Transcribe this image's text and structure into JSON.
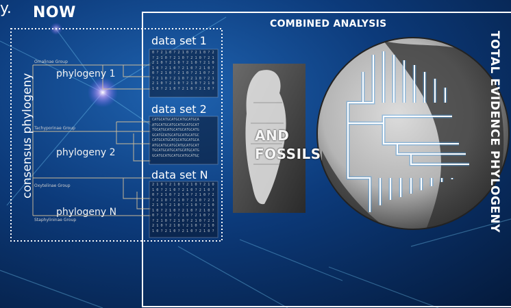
{
  "header": {
    "lead_fragment": "y.",
    "now": "NOW"
  },
  "left_panel": {
    "consensus_label": "consensus phylogeny",
    "phylogenies": [
      "phylogeny 1",
      "phylogeny 2",
      "phylogeny N"
    ],
    "groups": [
      "Omalinae Group",
      "Tachyporinae Group",
      "Oxytelinae Group",
      "Staphylininae Group"
    ],
    "data_sets": [
      "data set 1",
      "data set 2",
      "data set N"
    ]
  },
  "right_panel": {
    "title": "COMBINED ANALYSIS",
    "fossils_line1": "AND",
    "fossils_line2": "FOSSILS",
    "side_title": "TOTAL EVIDENCE PHYLOGENY"
  },
  "colors": {
    "background": "#0a2a5c",
    "frame": "#ffffff",
    "branch": "#ffffff",
    "branch_glow": "#4aa0e8"
  }
}
